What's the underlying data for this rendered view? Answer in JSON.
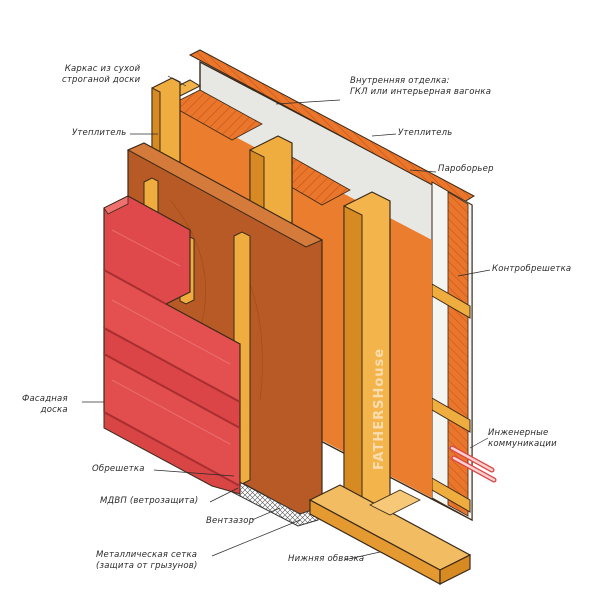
{
  "labels": {
    "frame": [
      "Каркас из сухой",
      "строганой доски"
    ],
    "inner_finish": [
      "Внутренняя отделка:",
      "ГКЛ или интерьерная вагонка"
    ],
    "insulation_left": "Утеплитель",
    "insulation_right": "Утеплитель",
    "vapor_barrier": "Пароборьер",
    "counter_batten": "Контробрешетка",
    "facade_board": [
      "Фасадная",
      "доска"
    ],
    "utilities": [
      "Инженерные",
      "коммуникации"
    ],
    "battens": "Обрешетка",
    "mdvp": "МДВП (ветрозащита)",
    "air_gap": "Вентзазор",
    "metal_mesh": [
      "Металлическая сетка",
      "(защита от грызунов)"
    ],
    "bottom_plate": "Нижняя обвязка"
  },
  "watermark": "FATHERSHouse",
  "colors": {
    "siding": "#e0494b",
    "mdvp": "#b85a25",
    "stud": "#f0ad3f",
    "insulation": "#ea7a2c",
    "drywall": "#e6e6e2",
    "outline": "#3a2a1a"
  }
}
